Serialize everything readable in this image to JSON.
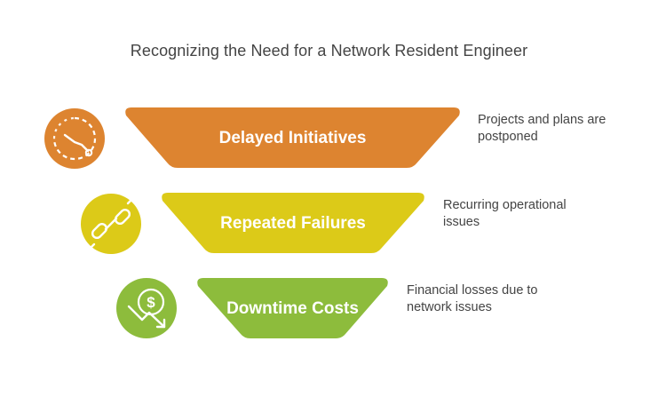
{
  "title": "Recognizing the Need for a Network Resident Engineer",
  "stages": [
    {
      "label": "Delayed Initiatives",
      "description_lines": [
        "Projects and plans are",
        "postponed"
      ],
      "color": "#DD8430",
      "icon": "clock-icon"
    },
    {
      "label": "Repeated Failures",
      "description_lines": [
        "Recurring operational",
        "issues"
      ],
      "color": "#DCCA18",
      "icon": "broken-chain-icon"
    },
    {
      "label": "Downtime Costs",
      "description_lines": [
        "Financial losses due to",
        "network issues"
      ],
      "color": "#8DBC3C",
      "icon": "dollar-down-icon"
    }
  ]
}
